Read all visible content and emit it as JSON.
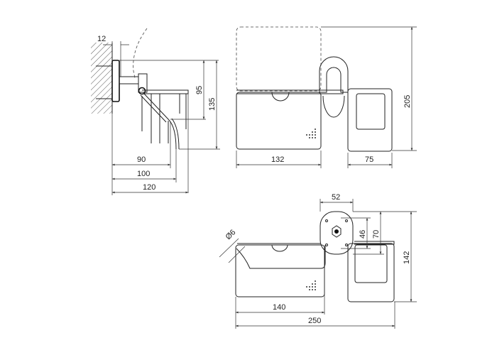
{
  "title": "Toilet paper holder with basket - dimensional drawing",
  "side_view": {
    "d_wall_gap": "12",
    "d_95": "95",
    "d_135": "135",
    "d_90": "90",
    "d_100": "100",
    "d_120": "120"
  },
  "front_view": {
    "d_132": "132",
    "d_75": "75",
    "d_205": "205"
  },
  "top_view": {
    "d_52": "52",
    "d_46": "46",
    "d_70": "70",
    "d_142": "142",
    "d_140": "140",
    "d_250": "250",
    "d_dia6": "Ø6"
  },
  "colors": {
    "line": "#222222",
    "background": "#ffffff"
  }
}
